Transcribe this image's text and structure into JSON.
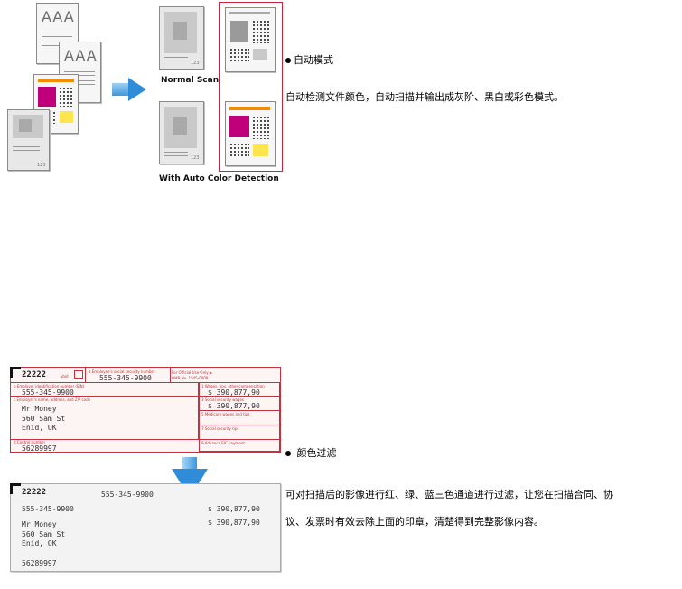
{
  "figure_top": {
    "doc_text": "AAA",
    "page_number": "123",
    "normal_scan_label": "Normal Scan",
    "auto_color_label": "With Auto Color Detection"
  },
  "section1": {
    "title": "自动模式",
    "body": "自动检测文件颜色，自动扫描并输出成灰阶、黑白或彩色模式。"
  },
  "figure_bottom": {
    "form_code": "22222",
    "void_label": "Void",
    "ssn_label": "a Employee's social security number",
    "ssn": "555-345-9900",
    "official_label": "For Official Use Only ▶",
    "omb": "OMB No. 1545-0008",
    "ein_label": "b Employer identification number (EIN)",
    "ein": "555-345-9900",
    "employer_label": "c Employer's name, address, and ZIP code",
    "name": "Mr Money",
    "street": "560 Sam St",
    "city": "Enid, OK",
    "wages_label": "1 Wages, tips, other compensation",
    "wages": "$ 390,877,90",
    "ss_wages_label": "3 Social security wages",
    "ss_wages": "$ 390,877,90",
    "medicare_label": "5 Medicare wages and tips",
    "ss_tips_label": "7 Social security tips",
    "control_label": "d Control number",
    "control": "56289997",
    "eic_label": "9 Advance EIC payment"
  },
  "section2": {
    "title": "颜色过滤",
    "body_line1": "可对扫描后的影像进行红、绿、蓝三色通道进行过滤，让您在扫描合同、协",
    "body_line2": "议、发票时有效去除上面的印章，清楚得到完整影像内容。"
  }
}
